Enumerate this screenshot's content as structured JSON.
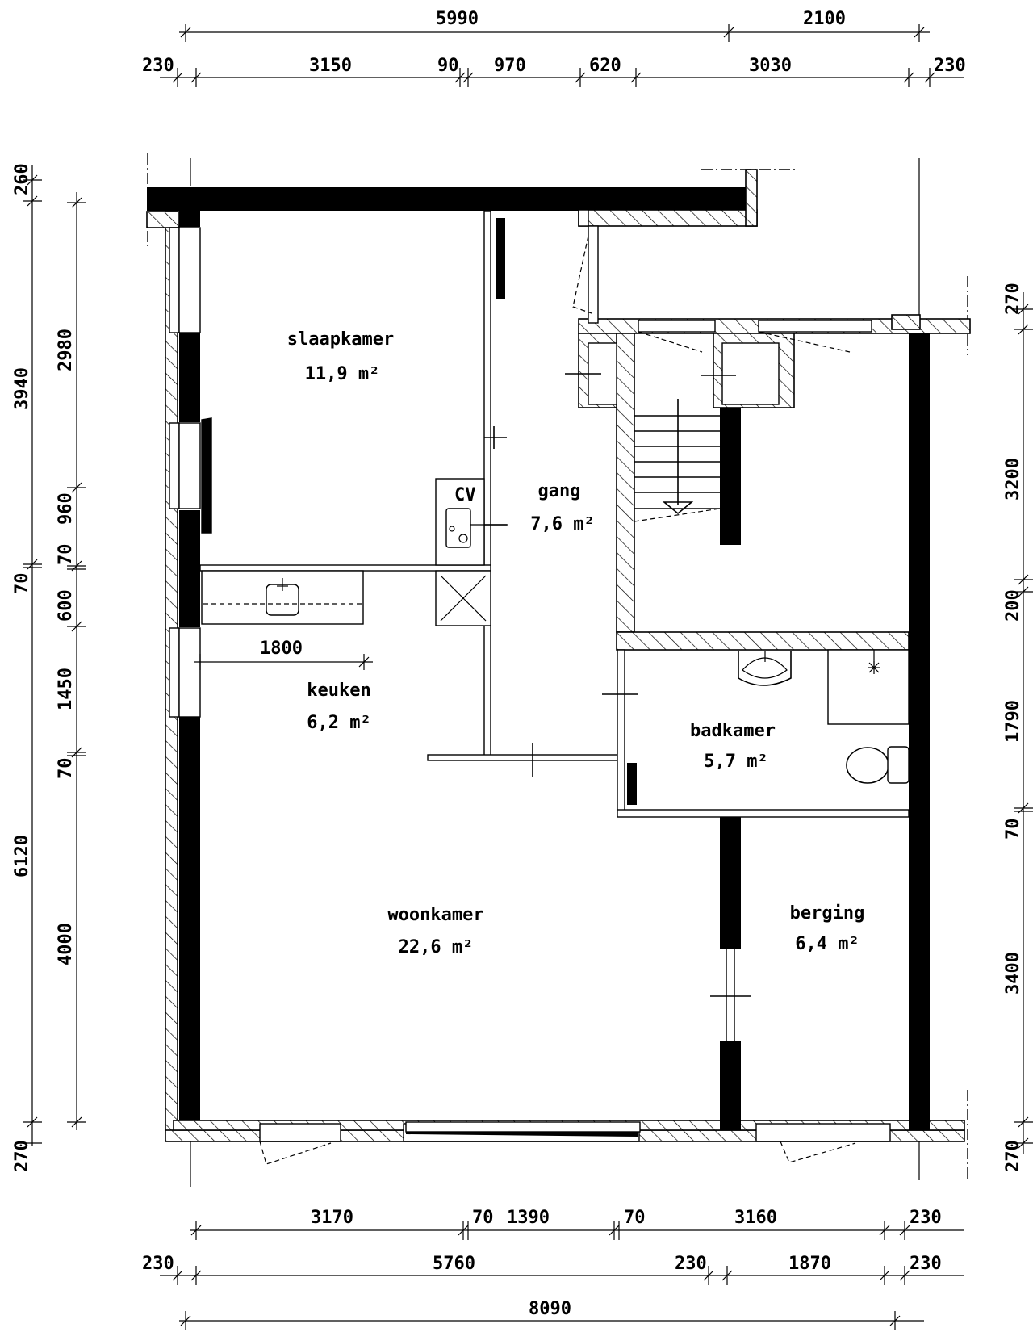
{
  "drawing": {
    "type": "floor-plan",
    "units": "mm",
    "rooms": [
      {
        "name": "slaapkamer",
        "area": "11,9 m²"
      },
      {
        "name": "gang",
        "area": "7,6 m²"
      },
      {
        "name": "keuken",
        "area": "6,2 m²"
      },
      {
        "name": "badkamer",
        "area": "5,7 m²"
      },
      {
        "name": "woonkamer",
        "area": "22,6 m²"
      },
      {
        "name": "berging",
        "area": "6,4 m²"
      }
    ],
    "labels": {
      "cv": "CV",
      "kitchen_counter_length": "1800"
    }
  },
  "dimensions": {
    "top_overall": [
      "5990",
      "2100"
    ],
    "top_detail": [
      "230",
      "3150",
      "90",
      "970",
      "620",
      "3030",
      "230"
    ],
    "left_outer": [
      "260",
      "3940",
      "70",
      "6120",
      "270"
    ],
    "left_inner": [
      "2980",
      "960",
      "70",
      "600",
      "1450",
      "70",
      "4000"
    ],
    "right": [
      "270",
      "3200",
      "200",
      "1790",
      "70",
      "3400",
      "270"
    ],
    "bottom_row1": [
      "3170",
      "70",
      "1390",
      "70",
      "3160",
      "230"
    ],
    "bottom_row2": [
      "230",
      "5760",
      "230",
      "1870",
      "230"
    ],
    "bottom_overall": [
      "8090"
    ]
  }
}
